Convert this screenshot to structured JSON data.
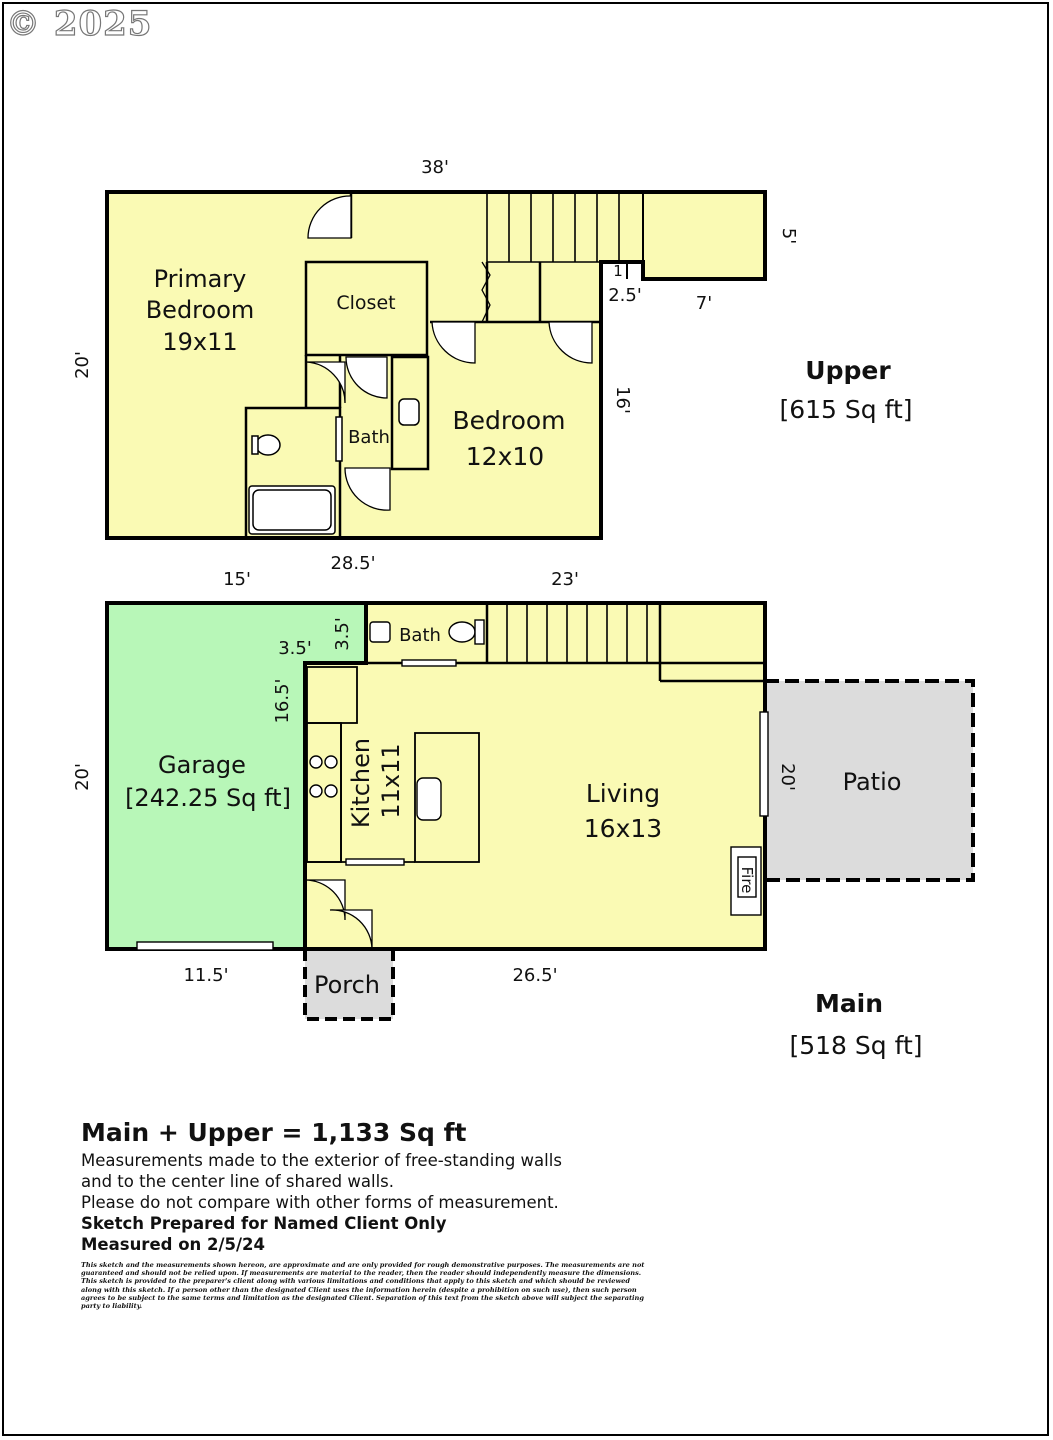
{
  "watermark": "© 2025",
  "upper": {
    "label": "Upper",
    "area": "[615 Sq ft]",
    "rooms": [
      {
        "name": "Primary Bedroom",
        "line1": "Primary",
        "line2": "Bedroom",
        "size": "19x11"
      },
      {
        "name": "Closet"
      },
      {
        "name": "Bath"
      },
      {
        "name": "Bedroom",
        "size": "12x10"
      }
    ],
    "dims": {
      "top": "38'",
      "left": "20'",
      "right_top": "5'",
      "notch_w": "1",
      "notch_d": "2.5'",
      "ext_w": "7'",
      "right": "16'",
      "bottom": "28.5'"
    }
  },
  "main": {
    "label": "Main",
    "area": "[518 Sq ft]",
    "rooms": [
      {
        "name": "Garage",
        "area": "[242.25 Sq ft]"
      },
      {
        "name": "Bath"
      },
      {
        "name": "Kitchen",
        "size": "11x11"
      },
      {
        "name": "Living",
        "size": "16x13"
      },
      {
        "name": "Patio"
      },
      {
        "name": "Porch"
      },
      {
        "name": "Fire"
      }
    ],
    "dims": {
      "top_left": "15'",
      "top_right": "23'",
      "left": "20'",
      "notch_w": "3.5'",
      "notch_h": "3.5'",
      "garage_inner": "16.5'",
      "patio": "20'",
      "bottom_left": "11.5'",
      "bottom_right": "26.5'"
    }
  },
  "summary": {
    "total": "Main + Upper = 1,133 Sq ft",
    "note1": "Measurements made to the exterior of free-standing walls",
    "note2": "and to the center line of shared walls.",
    "note3": "Please do not compare with other forms of measurement.",
    "bold1": "Sketch Prepared for Named Client Only",
    "bold2": "Measured on 2/5/24",
    "disclaimer": "This sketch and the measurements shown hereon, are approximate and are only provided for rough demonstrative purposes. The measurements are not guaranteed and should not be relied upon. If measurements are material to the reader, then the reader should independently measure the dimensions. This sketch is provided to the preparer's client along with various limitations and conditions that apply to this sketch and which should be reviewed along with this sketch. If a person other than the designated Client uses the information herein (despite a prohibition on such use), then such person agrees to be subject to the same terms and limitation as the designated Client. Separation of this text from the sketch above will subject the separating party to liability."
  },
  "colors": {
    "upper_fill": "#fafab4",
    "garage_fill": "#b8f7b8",
    "patio_fill": "#dcdcdc",
    "wall": "#000000"
  }
}
